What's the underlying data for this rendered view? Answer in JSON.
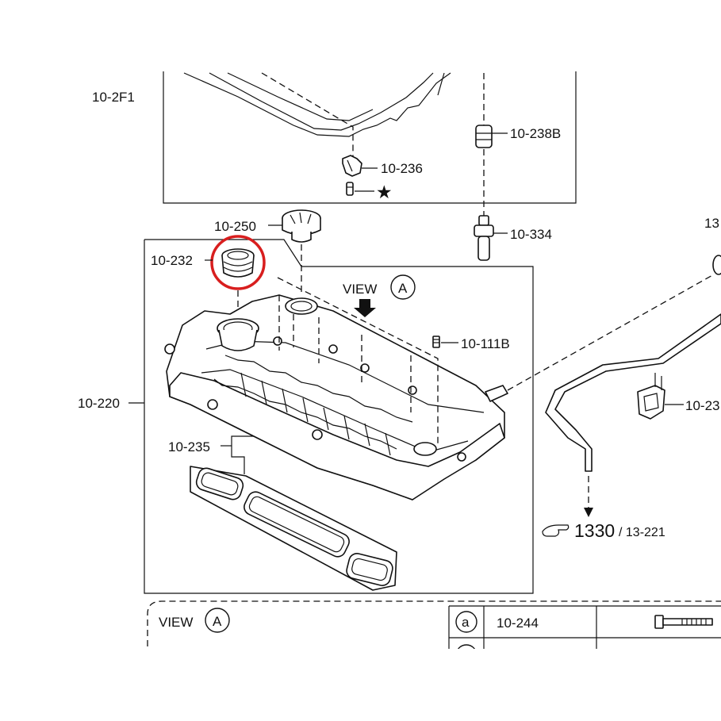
{
  "labels": {
    "p_10_2F1": "10-2F1",
    "p_10_238B": "10-238B",
    "p_10_236": "10-236",
    "p_10_250": "10-250",
    "p_10_334": "10-334",
    "p_13": "13",
    "p_10_232": "10-232",
    "view_word": "VIEW",
    "view_letter": "A",
    "p_10_111B": "10-111B",
    "p_10_220": "10-220",
    "p_10_23": "10-23",
    "p_10_235": "10-235",
    "ref_1330": "1330",
    "ref_13_221": "/ 13-221",
    "star": "★"
  },
  "view_box": {
    "title_word": "VIEW",
    "title_letter": "A"
  },
  "legend_table": {
    "rows": [
      {
        "symbol": "a",
        "part": "10-244"
      }
    ]
  },
  "colors": {
    "line": "#111111",
    "highlight": "#d81e1e",
    "background": "#ffffff"
  }
}
